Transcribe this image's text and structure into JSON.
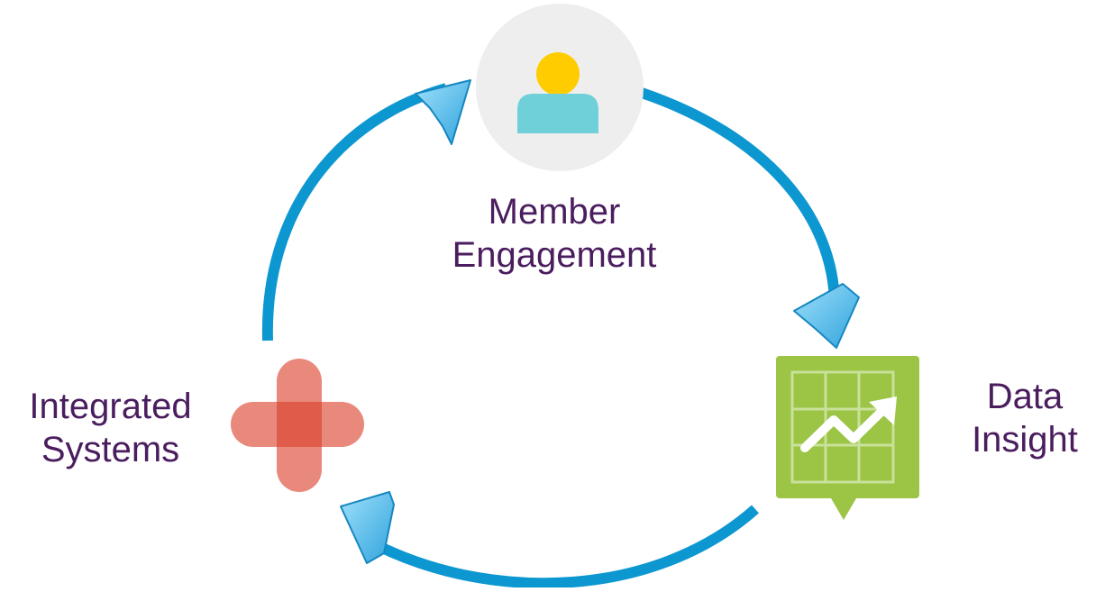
{
  "nodes": {
    "member": {
      "line1": "Member",
      "line2": "Engagement",
      "icon": "person-icon"
    },
    "data": {
      "line1": "Data",
      "line2": "Insight",
      "icon": "chart-grid-icon"
    },
    "integrated": {
      "line1": "Integrated",
      "line2": "Systems",
      "icon": "cross-plus-icon"
    }
  },
  "colors": {
    "arrow": "#1f9fd2",
    "arrow_head": "#5cc3ee",
    "label": "#4a1d5e",
    "person_bg": "#eeeeee",
    "person_head": "#ffcc00",
    "person_body": "#6fd0da",
    "chart_bg": "#9cc445",
    "cross": "#e9897c",
    "cross_center": "#e05c4a"
  }
}
